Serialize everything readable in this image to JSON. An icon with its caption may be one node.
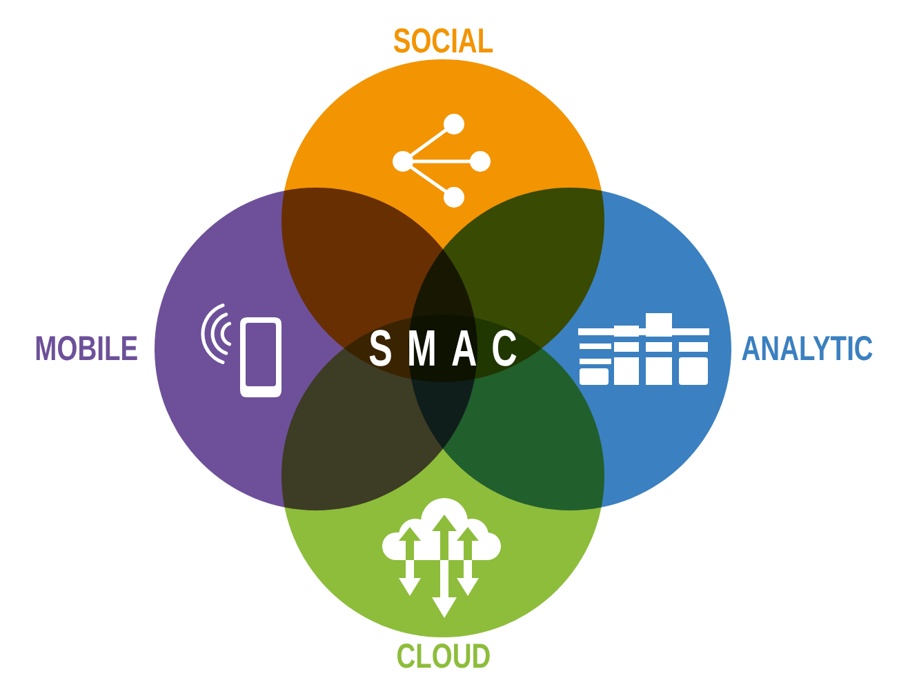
{
  "diagram": {
    "nodes": [
      {
        "text": [
          "SOCIAL"
        ]
      },
      {
        "text": [
          "MOBILE"
        ]
      },
      {
        "text": [
          "ANALYTIC"
        ]
      },
      {
        "text": [
          "CLOUD"
        ]
      }
    ],
    "labels": [
      "SMAC"
    ]
  }
}
